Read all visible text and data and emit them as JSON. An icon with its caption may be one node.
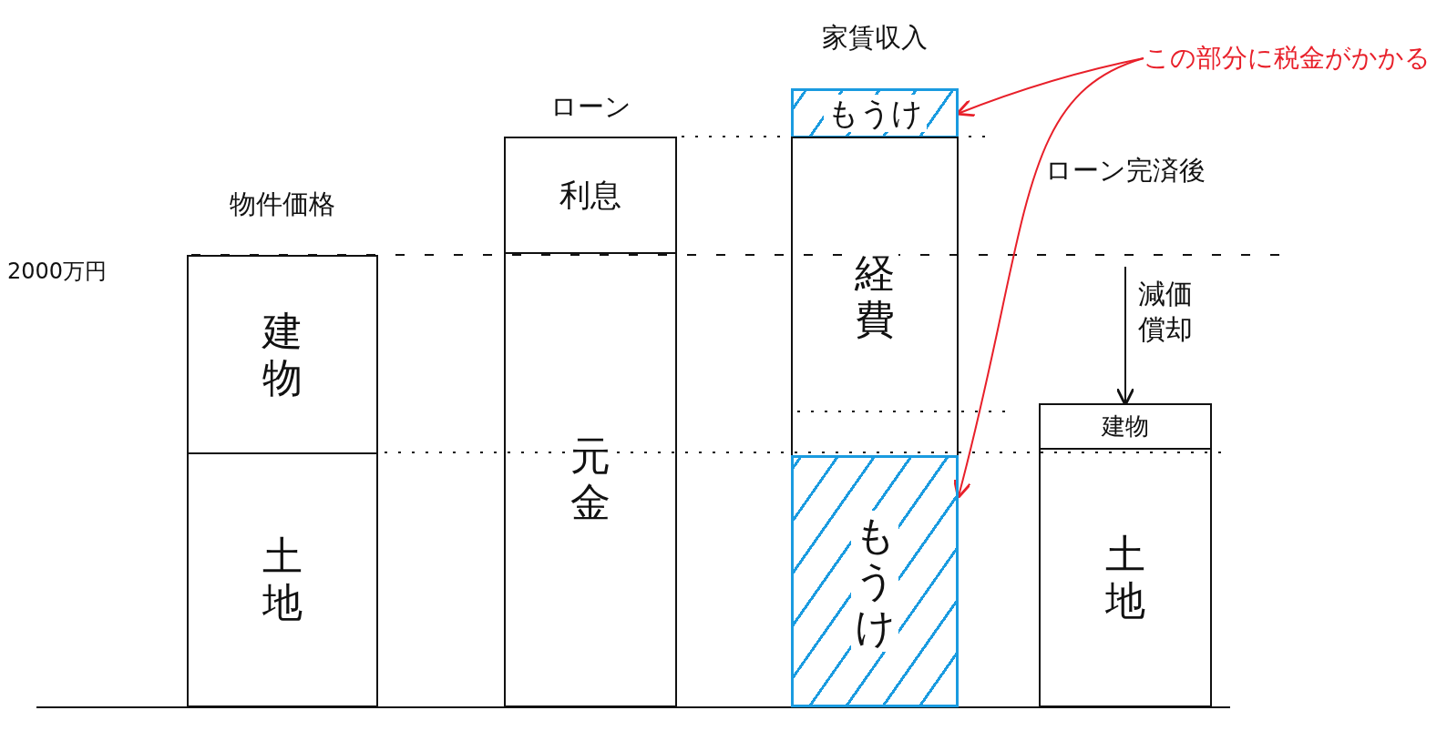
{
  "diagram": {
    "nodes": [
      {
        "text": [
          "物件価格"
        ]
      },
      {
        "text": [
          "建物"
        ],
        "in": 0
      },
      {
        "text": [
          "土地"
        ],
        "in": 0
      },
      {
        "text": [
          "ローン"
        ]
      },
      {
        "text": [
          "利息"
        ],
        "in": 3
      },
      {
        "text": [
          "元金"
        ],
        "in": 3
      },
      {
        "text": [
          "家賃収入"
        ]
      },
      {
        "text": [
          "もうけ"
        ],
        "in": 6
      },
      {
        "text": [
          "経費"
        ],
        "in": 6
      },
      {
        "text": [
          "もうけ"
        ],
        "in": 6
      },
      {
        "text": [
          "ローン完済後"
        ]
      },
      {
        "text": [
          "建物"
        ],
        "in": 10
      },
      {
        "text": [
          "土地"
        ],
        "in": 10
      },
      {
        "text": [
          "この部分に税金がかかる"
        ]
      }
    ],
    "edges": [
      {
        "from": 13,
        "to": 7,
        "arrow": "to",
        "color": "#e8202a"
      },
      {
        "from": 13,
        "to": 9,
        "arrow": "to",
        "color": "#e8202a"
      },
      {
        "from": null,
        "to": 11,
        "arrow": "to",
        "label": "減価償却",
        "color": "#111111"
      }
    ],
    "labels": [
      "2000万円"
    ]
  }
}
